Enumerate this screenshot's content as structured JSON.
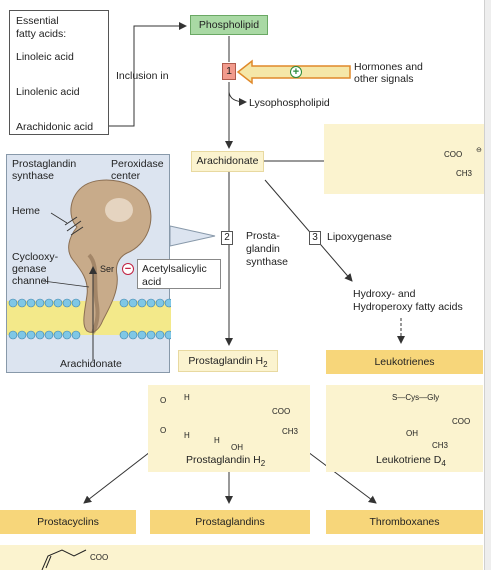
{
  "essential_fatty_acids": {
    "title_line1": "Essential",
    "title_line2": "fatty acids:",
    "items": [
      "Linoleic acid",
      "Linolenic acid",
      "Arachidonic acid"
    ]
  },
  "inclusion_label": "Inclusion in",
  "phospholipid": "Phospholipid",
  "step1": {
    "number": "1",
    "plus_symbol": "+",
    "signals_line1": "Hormones and",
    "signals_line2": "other signals",
    "product": "Lysophospholipid"
  },
  "arachidonate": "Arachidonate",
  "arachidonate_formula": {
    "coo": "COO",
    "ch3": "CH3"
  },
  "enzyme_panel": {
    "synthase_line1": "Prostaglandin",
    "synthase_line2": "synthase",
    "peroxidase_line1": "Peroxidase",
    "peroxidase_line2": "center",
    "heme": "Heme",
    "channel_line1": "Cyclooxy-",
    "channel_line2": "genase",
    "channel_line3": "channel",
    "ser": "Ser",
    "minus_symbol": "−",
    "inhibitor_line1": "Acetylsalicylic",
    "inhibitor_line2": "acid",
    "substrate": "Arachidonate"
  },
  "step2": {
    "number": "2",
    "line1": "Prosta-",
    "line2": "glandin",
    "line3": "synthase"
  },
  "step3": {
    "number": "3",
    "label": "Lipoxygenase"
  },
  "hydroxy_line1": "Hydroxy- and",
  "hydroxy_line2": "Hydroperoxy fatty acids",
  "prostaglandin_h2_box": {
    "name": "Prostaglandin H",
    "sub": "2"
  },
  "leukotrienes": "Leukotrienes",
  "pgh2_structure": {
    "name": "Prostaglandin H",
    "sub": "2",
    "o1": "O",
    "o2": "O",
    "h1": "H",
    "h2": "H",
    "h3": "H",
    "oh": "OH",
    "coo": "COO",
    "ch3": "CH3"
  },
  "ltd4_structure": {
    "name": "Leukotriene D",
    "sub": "4",
    "side_chain": "S—Cys—Gly",
    "oh": "OH",
    "coo": "COO",
    "ch3": "CH3"
  },
  "products": [
    "Prostacyclins",
    "Prostaglandins",
    "Thromboxanes"
  ],
  "bottom_formula": {
    "coo": "COO"
  }
}
